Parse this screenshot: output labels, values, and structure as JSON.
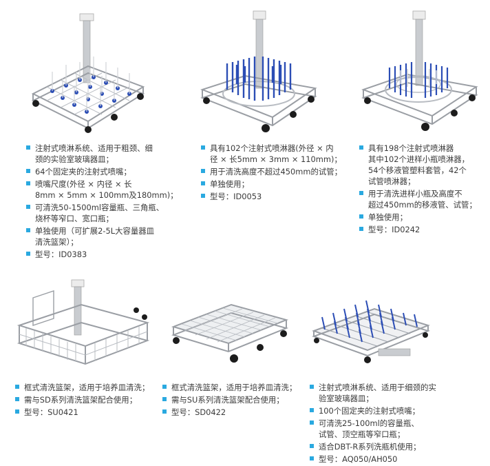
{
  "colors": {
    "bullet": "#2aa9e0",
    "text": "#3a3a3a",
    "frame": "#b8bcc2",
    "nozzle": "#2b4db5",
    "wheel": "#1c1c1c",
    "spindle": "#c9ccd0",
    "cap": "#ececec"
  },
  "products": [
    {
      "id": "p1",
      "icon": "rack-64-nozzles-photo",
      "specs": [
        [
          "注射式喷淋系统、适用于粗颈、细",
          "颈的实验室玻璃器皿；"
        ],
        [
          "64个固定夹的注射式喷嘴；"
        ],
        [
          "喷嘴尺度(外径 × 内径 × 长",
          "8mm × 5mm × 100mm及180mm)；"
        ],
        [
          "可清洗50-1500ml容量瓶、三角瓶、",
          "烧杯等窄口、宽口瓶；"
        ],
        [
          "单独使用（可扩展2-5L大容量器皿",
          "清洗篮架）；"
        ],
        [
          "型号：ID0383"
        ]
      ]
    },
    {
      "id": "p2",
      "icon": "round-rack-102-nozzles-photo",
      "specs": [
        [
          "具有102个注射式喷淋器(外径 × 内",
          "径 × 长5mm × 3mm × 110mm)；"
        ],
        [
          "用于清洗高度不超过450mm的试管；"
        ],
        [
          "单独使用；"
        ],
        [
          "型号：ID0053"
        ]
      ]
    },
    {
      "id": "p3",
      "icon": "round-rack-198-nozzles-photo",
      "specs": [
        [
          "具有198个注射式喷淋器",
          "其中102个进样小瓶喷淋器，",
          "54个移液管塑料套管，42个",
          "试管喷淋器；"
        ],
        [
          "用于清洗进样小瓶及高度不",
          "超过450mm的移液管、试管；"
        ],
        [
          "单独使用；"
        ],
        [
          "型号：ID0242"
        ]
      ]
    },
    {
      "id": "p4",
      "icon": "frame-basket-su0421-photo",
      "specs": [
        [
          "框式清洗篮架，适用于培养皿清洗；"
        ],
        [
          "需与SD系列清洗篮架配合使用；"
        ],
        [
          "型号：SU0421"
        ]
      ]
    },
    {
      "id": "p5",
      "icon": "frame-basket-sd0422-photo",
      "specs": [
        [
          "框式清洗篮架，适用于培养皿清洗；"
        ],
        [
          "需与SU系列清洗篮架配合使用；"
        ],
        [
          "型号：SD0422"
        ]
      ]
    },
    {
      "id": "p6",
      "icon": "rack-100-nozzles-photo",
      "specs": [
        [
          "注射式喷淋系统、适用于细颈的实",
          "验室玻璃器皿；"
        ],
        [
          "100个固定夹的注射式喷嘴；"
        ],
        [
          "可清洗25-100ml的容量瓶、",
          "试管、顶空瓶等窄口瓶；"
        ],
        [
          "适合DBT-R系列洗瓶机使用；"
        ],
        [
          "型号：AQ050/AH050"
        ]
      ]
    }
  ]
}
